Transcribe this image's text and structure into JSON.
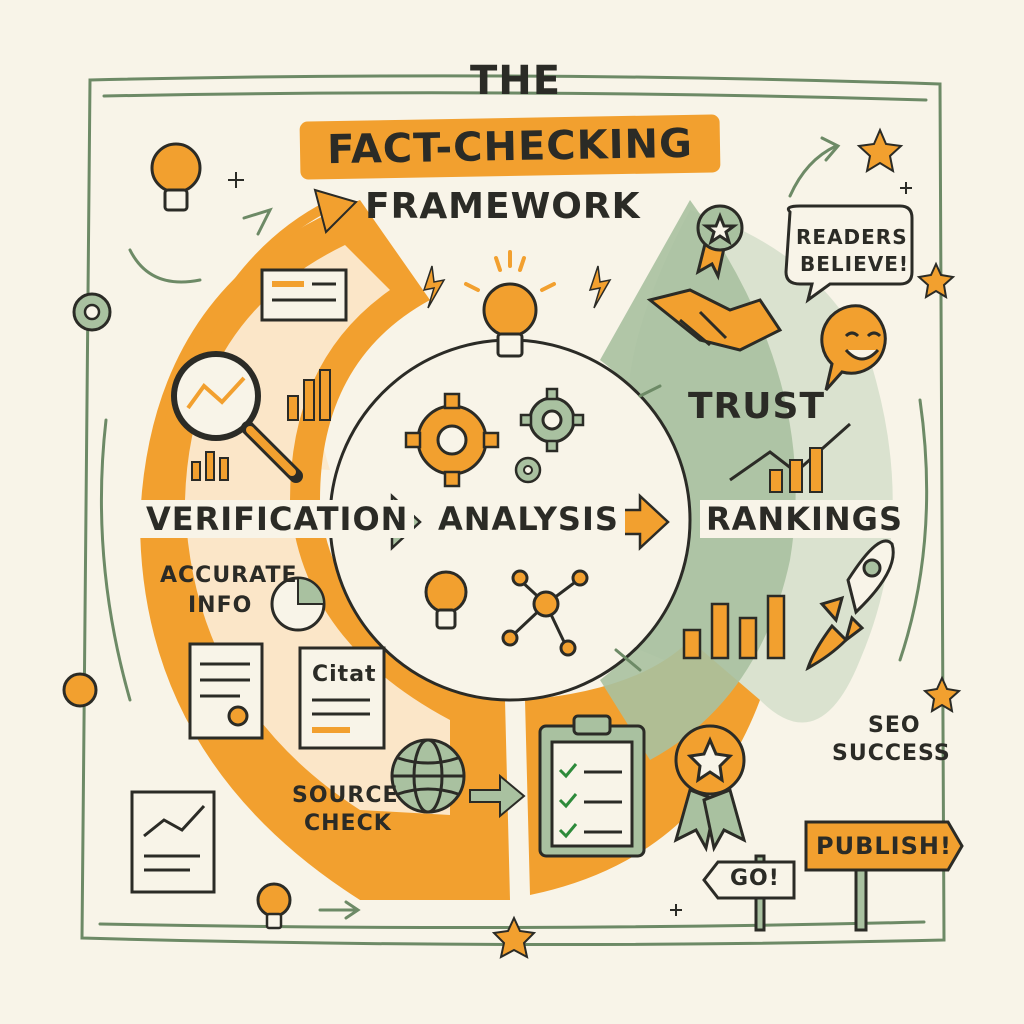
{
  "header": {
    "line1": "THE",
    "title": "FACT-CHECKING",
    "line3": "FRAMEWORK"
  },
  "steps": {
    "verification": "VERIFICATION",
    "analysis": "ANALYSIS",
    "rankings": "RANKINGS"
  },
  "notes": {
    "trust": "TRUST",
    "accurate": "ACCURATE",
    "info": "INFO",
    "source": "SOURCE",
    "check": "CHECK",
    "seo": "SEO",
    "success": "SUCCESS",
    "citation": "Citat"
  },
  "speech": {
    "line1": "READERS",
    "line2": "BELIEVE!"
  },
  "signs": {
    "go": "GO!",
    "publish": "PUBLISH!"
  },
  "colors": {
    "orange": "#f2a02f",
    "sage": "#a9c1a0",
    "sage_light": "#d6e0cc",
    "ink": "#2b2b26",
    "paper": "#f8f4e8"
  }
}
